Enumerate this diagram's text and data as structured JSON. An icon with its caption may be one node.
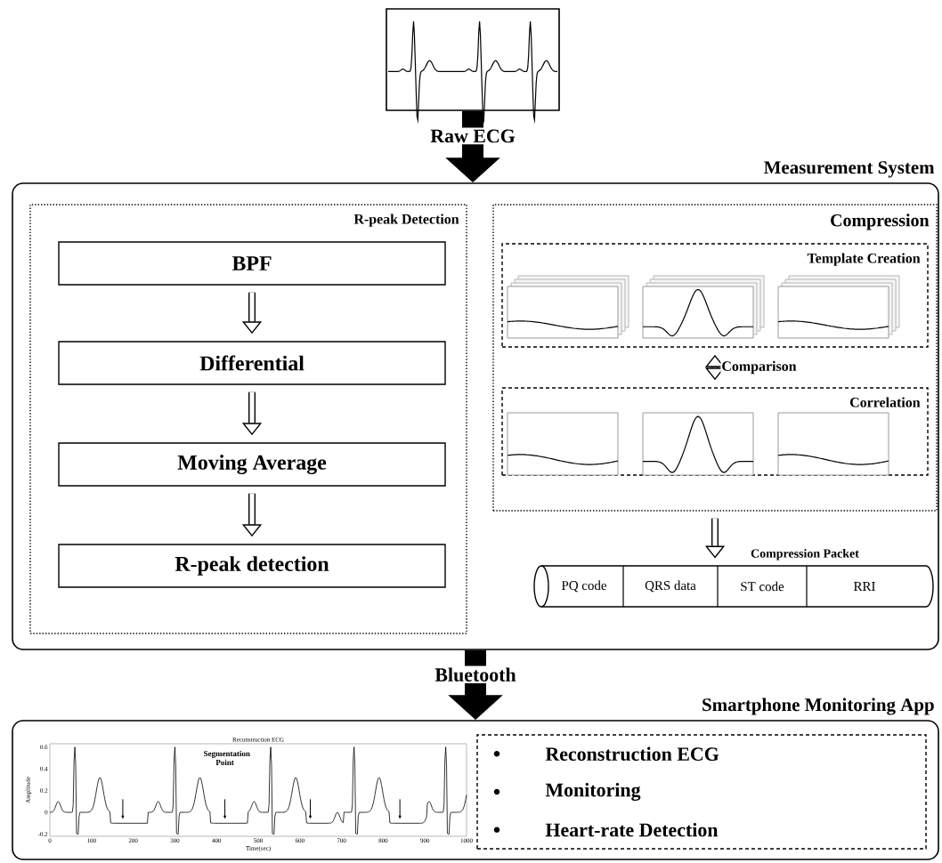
{
  "diagram": {
    "nodes": [
      {
        "text": [],
        "shape": "box"
      },
      {
        "text": [
          "Measurement System"
        ]
      },
      {
        "text": [
          "R-peak Detection"
        ],
        "in": 1
      },
      {
        "text": [
          "BPF"
        ],
        "in": 2
      },
      {
        "text": [
          "Differential"
        ],
        "in": 2
      },
      {
        "text": [
          "Moving Average"
        ],
        "in": 2
      },
      {
        "text": [
          "R-peak detection"
        ],
        "in": 2
      },
      {
        "text": [
          "Compression"
        ],
        "in": 1
      },
      {
        "text": [
          "Template Creation"
        ],
        "in": 7
      },
      {
        "text": [
          "Correlation"
        ],
        "in": 7
      },
      {
        "text": [
          "Compression Packet"
        ],
        "in": 1
      },
      {
        "text": [
          "PQ code"
        ],
        "in": 10
      },
      {
        "text": [
          "QRS data"
        ],
        "in": 10
      },
      {
        "text": [
          "ST code"
        ],
        "in": 10
      },
      {
        "text": [
          "RRI"
        ],
        "in": 10
      },
      {
        "text": [
          "Smartphone Monitoring App"
        ]
      },
      {
        "text": [
          "Reconstruction ECG",
          "Segmentation Point"
        ],
        "in": 15,
        "beside": [
          "Amplitude",
          "Time(sec)",
          "0.6",
          "0.4",
          "0.2",
          "0",
          "-0.2",
          "0",
          "100",
          "200",
          "300",
          "400",
          "500",
          "600",
          "700",
          "800",
          "900",
          "1000"
        ]
      },
      {
        "text": [
          "Reconstruction ECG",
          "Monitoring",
          "Heart-rate Detection"
        ],
        "in": 15
      }
    ],
    "edges": [
      {
        "from": 0,
        "to": 1,
        "arrow": "to",
        "label": "Raw ECG",
        "style": "thick"
      },
      {
        "from": 3,
        "to": 4,
        "arrow": "to"
      },
      {
        "from": 4,
        "to": 5,
        "arrow": "to"
      },
      {
        "from": 5,
        "to": 6,
        "arrow": "to"
      },
      {
        "from": 8,
        "to": 9,
        "arrow": "both",
        "label": "Comparison"
      },
      {
        "from": 7,
        "to": 10,
        "arrow": "to"
      },
      {
        "from": 1,
        "to": 15,
        "arrow": "to",
        "label": "Bluetooth",
        "style": "thick"
      }
    ]
  }
}
